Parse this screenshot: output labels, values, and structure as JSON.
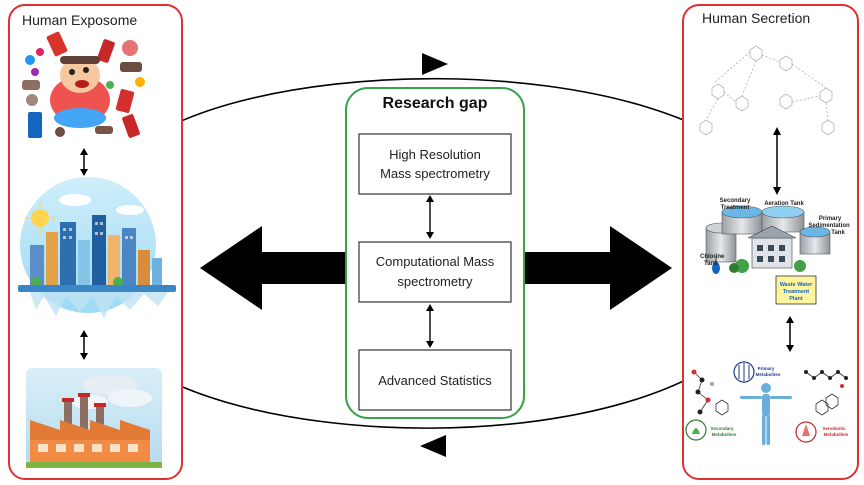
{
  "left_panel": {
    "title": "Human Exposome"
  },
  "right_panel": {
    "title": "Human Secretion",
    "wwtp_labels": {
      "secondary": "Secondary",
      "treatment": "Treatment",
      "aeration": "Aeration Tank",
      "primary": "Primary",
      "sedimentation": "Sedimentation",
      "tank": "Tank",
      "chlorine": "Chlorine",
      "chlorine_tank": "Tank",
      "sign1": "Waste Water",
      "sign2": "Treatment",
      "sign3": "Plant"
    },
    "metabolite_labels": {
      "primary1": "Primary",
      "primary2": "Metabolites",
      "secondary1": "Secondary",
      "secondary2": "Metabolites",
      "xeno1": "Xenobiotic",
      "xeno2": "Metabolites"
    }
  },
  "center": {
    "title": "Research gap",
    "boxes": {
      "hrms_line1": "High Resolution",
      "hrms_line2": "Mass spectrometry",
      "cms_line1": "Computational Mass",
      "cms_line2": "spectrometry",
      "stats": "Advanced Statistics"
    }
  },
  "colors": {
    "left_border": "#e03030",
    "right_border": "#e03030",
    "center_border": "#3aa34a",
    "arrow": "#000000"
  }
}
